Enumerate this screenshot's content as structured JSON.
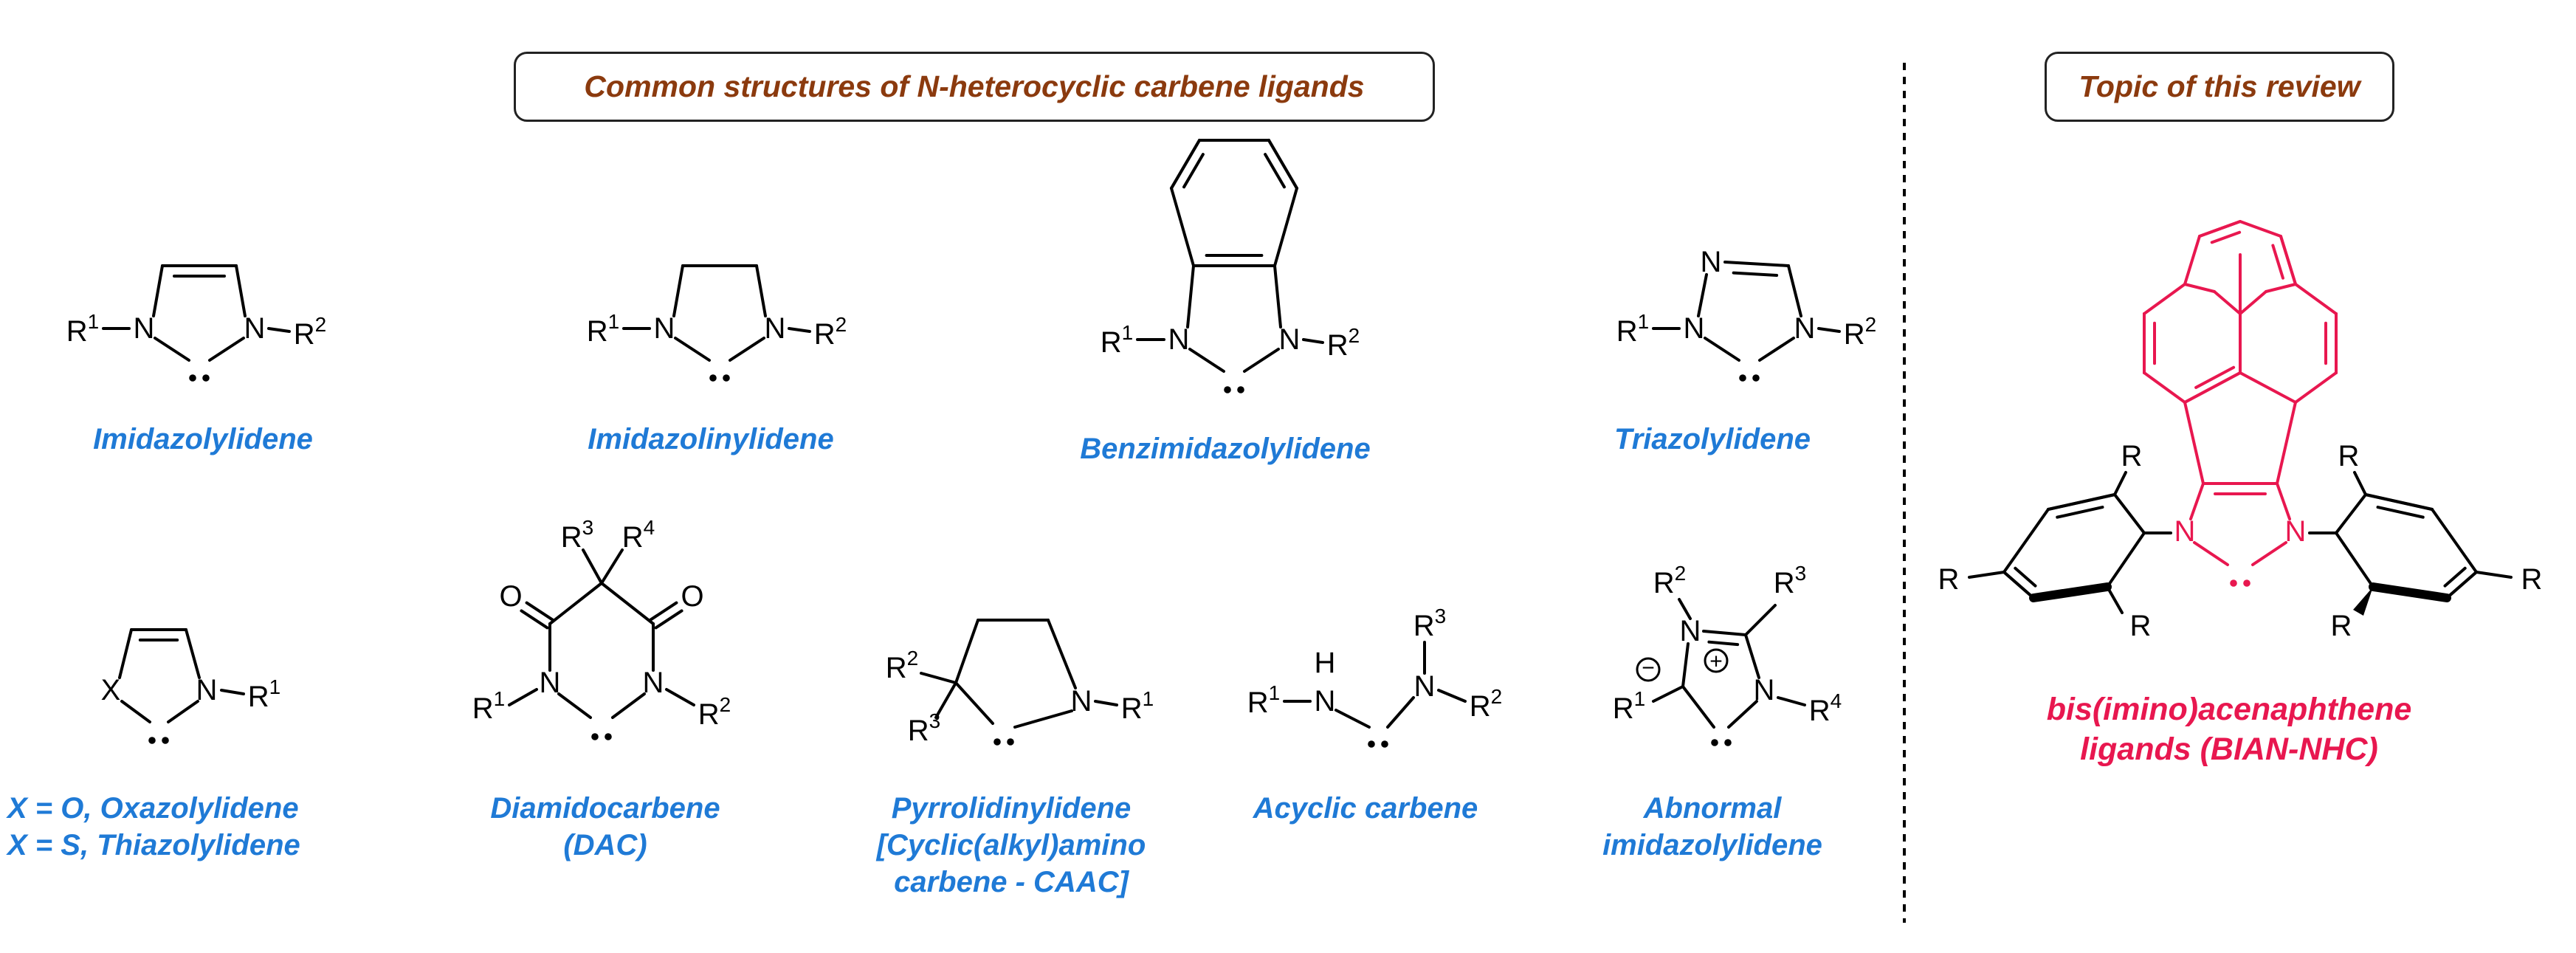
{
  "headers": {
    "common": "Common structures of N-heterocyclic carbene ligands",
    "topic": "Topic of this review"
  },
  "colors": {
    "header_text": "#8b3a0e",
    "blue_label": "#1f7ad6",
    "bian": "#e8174f",
    "bond": "#000000"
  },
  "labels": {
    "imidazolylidene": "Imidazolylidene",
    "imidazolinylidene": "Imidazolinylidene",
    "benzimidazolylidene": "Benzimidazolylidene",
    "triazolylidene": "Triazolylidene",
    "oxazolylidene": "X = O, Oxazolylidene\nX = S, Thiazolylidene",
    "diamidocarbene": "Diamidocarbene\n(DAC)",
    "pyrrolidinylidene": "Pyrrolidinylidene\n[Cyclic(alkyl)amino\ncarbene - CAAC]",
    "acyclic": "Acyclic carbene",
    "abnormal": "Abnormal\nimidazolylidene",
    "bian": "bis(imino)acenaphthene\nligands (BIAN-NHC)"
  },
  "atoms": {
    "N": "N",
    "O": "O",
    "X": "X",
    "H": "H",
    "R": "R",
    "R1": "1",
    "R2": "2",
    "R3": "3",
    "R4": "4",
    "plus": "+",
    "minus": "−"
  }
}
